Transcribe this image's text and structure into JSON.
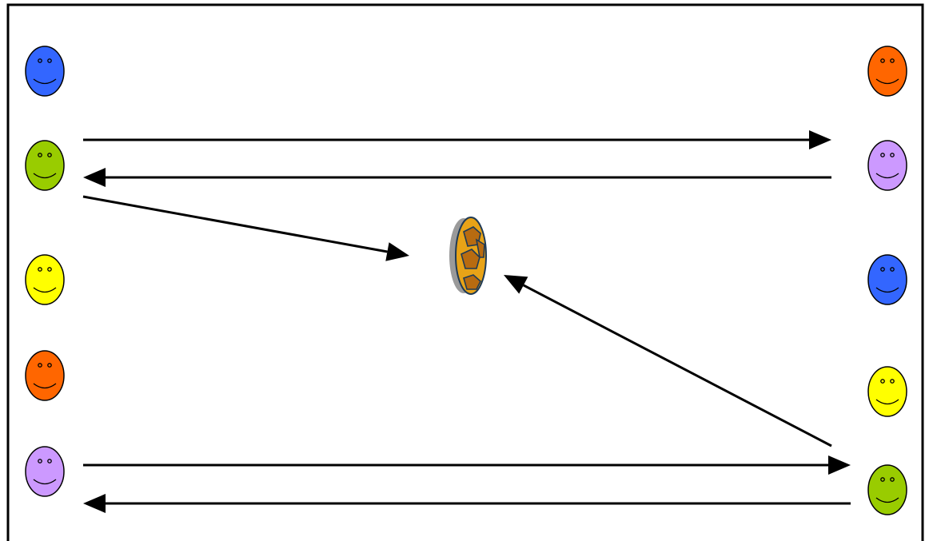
{
  "colors": {
    "blue": "#3366FF",
    "green": "#99CC00",
    "yellow": "#FFFF00",
    "orange": "#FF6600",
    "purple": "#CC99FF",
    "outline": "#000000",
    "ball": "#E8A317"
  },
  "players": {
    "left": [
      {
        "name": "blue-smiley-face-icon",
        "color": "blue"
      },
      {
        "name": "green-smiley-face-icon",
        "color": "green"
      },
      {
        "name": "yellow-smiley-face-icon",
        "color": "yellow"
      },
      {
        "name": "orange-smiley-face-icon",
        "color": "orange"
      },
      {
        "name": "purple-smiley-face-icon",
        "color": "purple"
      }
    ],
    "right": [
      {
        "name": "orange-smiley-face-icon",
        "color": "orange"
      },
      {
        "name": "purple-smiley-face-icon",
        "color": "purple"
      },
      {
        "name": "blue-smiley-face-icon",
        "color": "blue"
      },
      {
        "name": "yellow-smiley-face-icon",
        "color": "yellow"
      },
      {
        "name": "green-smiley-face-icon",
        "color": "green"
      }
    ]
  },
  "ball": {
    "name": "soccer-ball-icon"
  },
  "arrows": [
    {
      "name": "pass-arrow-left-green-to-right-purple",
      "from": "left-green",
      "to": "right-purple"
    },
    {
      "name": "pass-arrow-right-purple-to-left-green",
      "from": "right-purple",
      "to": "left-green"
    },
    {
      "name": "pass-arrow-left-green-to-ball",
      "from": "left-green",
      "to": "ball"
    },
    {
      "name": "pass-arrow-right-green-to-ball",
      "from": "right-green",
      "to": "ball"
    },
    {
      "name": "pass-arrow-left-purple-to-right-green",
      "from": "left-purple",
      "to": "right-green"
    },
    {
      "name": "pass-arrow-right-green-to-left-purple",
      "from": "right-green",
      "to": "left-purple"
    }
  ]
}
